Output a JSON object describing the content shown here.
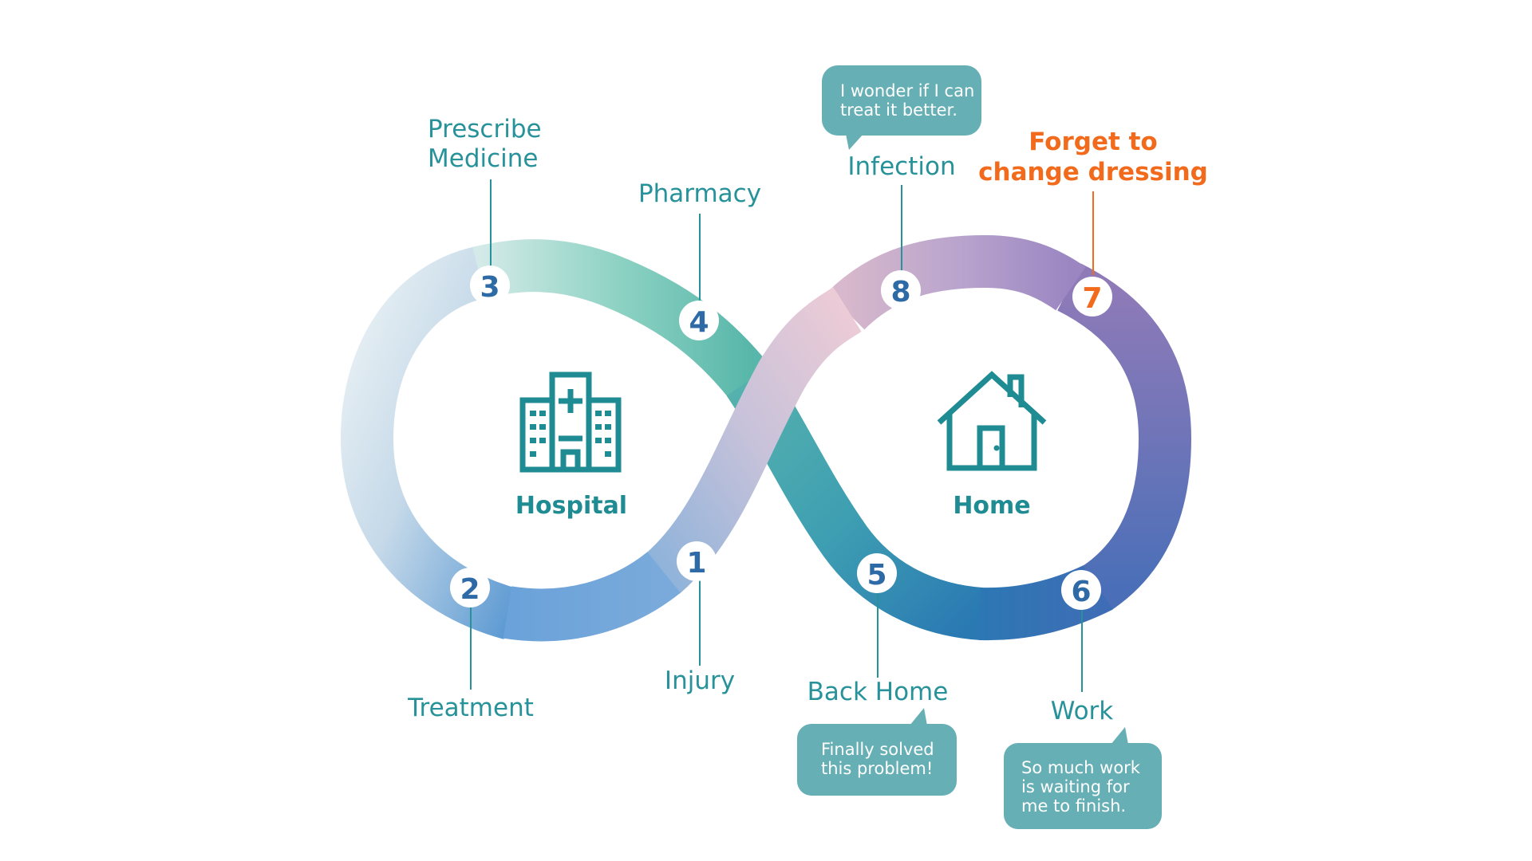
{
  "centers": {
    "hospital": "Hospital",
    "home": "Home"
  },
  "steps": [
    {
      "number": "1",
      "label": "Injury"
    },
    {
      "number": "2",
      "label": "Treatment"
    },
    {
      "number": "3",
      "label_line1": "Prescribe",
      "label_line2": "Medicine"
    },
    {
      "number": "4",
      "label": "Pharmacy"
    },
    {
      "number": "5",
      "label": "Back Home",
      "bubble_line1": "Finally solved",
      "bubble_line2": "this problem!"
    },
    {
      "number": "6",
      "label": "Work",
      "bubble_line1": "So much work",
      "bubble_line2": "is waiting for",
      "bubble_line3": "me to finish."
    },
    {
      "number": "7",
      "label_line1": "Forget to",
      "label_line2": "change dressing"
    },
    {
      "number": "8",
      "label": "Infection",
      "bubble_line1": "I wonder if I can",
      "bubble_line2": "treat it better."
    }
  ],
  "colors": {
    "teal_text": "#27929a",
    "highlight_orange": "#f26a1b",
    "bubble_fill": "#66afb4",
    "number_blue": "#2d6aa6"
  },
  "icons": {
    "hospital": "hospital-building-icon",
    "home": "house-icon"
  }
}
